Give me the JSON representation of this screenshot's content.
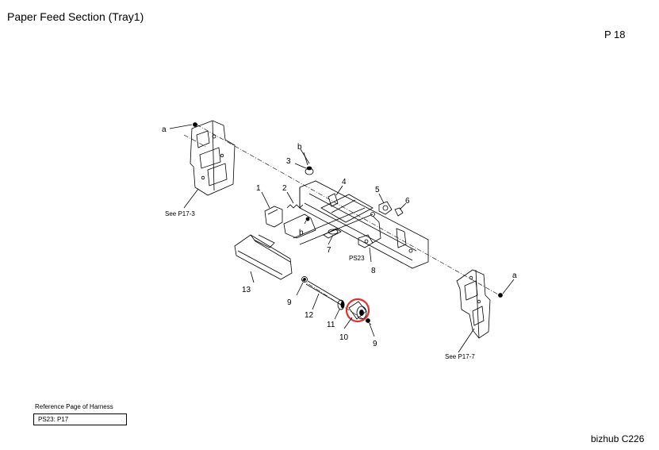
{
  "header": {
    "title": "Paper Feed Section (Tray1)",
    "page_number": "P 18"
  },
  "footer": {
    "model": "bizhub C226"
  },
  "reference": {
    "heading": "Reference Page of Harness",
    "entry": "PS23: P17"
  },
  "callouts": {
    "a_top": "a",
    "a_right": "a",
    "b_top": "b",
    "b_mid": "b",
    "n1": "1",
    "n2": "2",
    "n3": "3",
    "n4": "4",
    "n5": "5",
    "n6": "6",
    "n7": "7",
    "n8": "8",
    "n9_left": "9",
    "n9_right": "9",
    "n10": "10",
    "n11": "11",
    "n12": "12",
    "n13": "13",
    "ps23": "PS23",
    "see_left": "See P17-3",
    "see_right": "See P17-7"
  },
  "colors": {
    "highlight": "#e0312f",
    "line": "#000000"
  }
}
